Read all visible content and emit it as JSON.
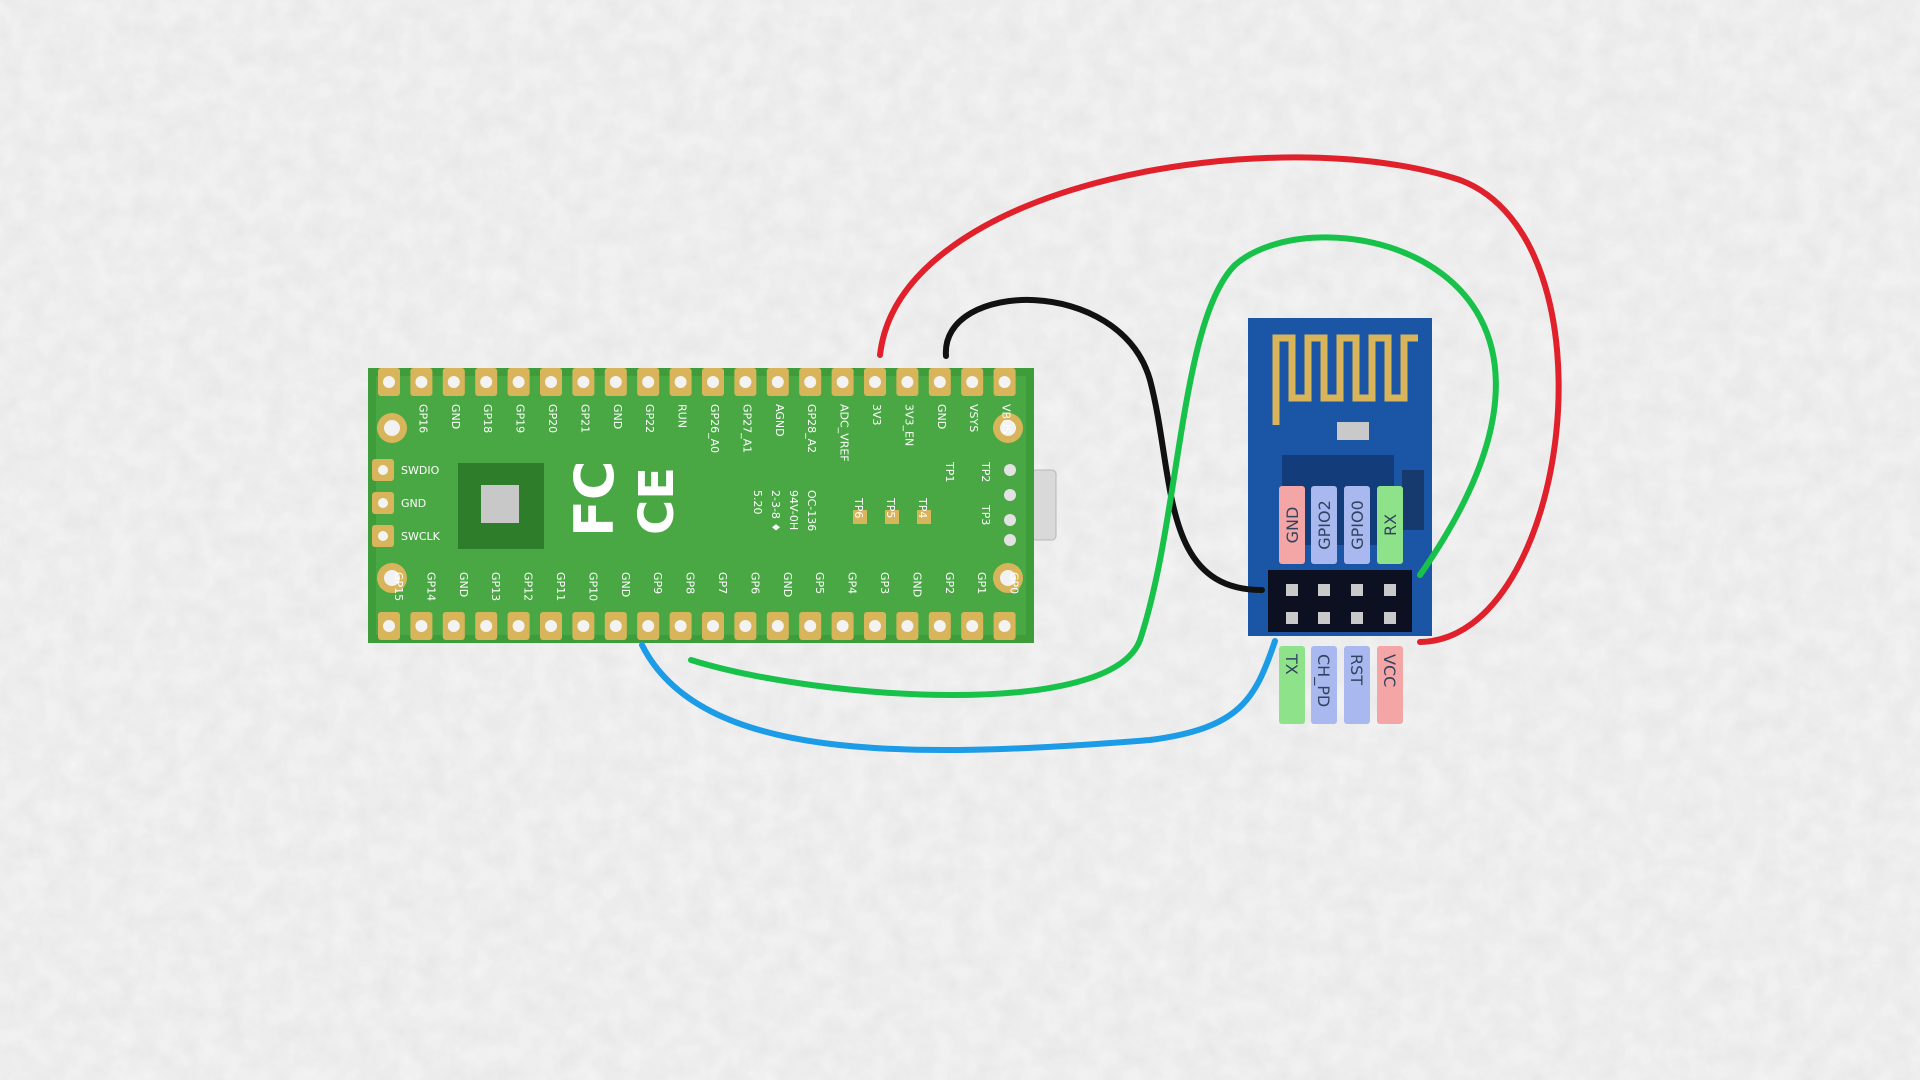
{
  "pico": {
    "top_pins": [
      "GP16",
      "GND",
      "GP18",
      "GP19",
      "GP20",
      "GP21",
      "GND",
      "GP22",
      "RUN",
      "GP26_A0",
      "GP27_A1",
      "AGND",
      "GP28_A2",
      "ADC_VREF",
      "3V3",
      "3V3_EN",
      "GND",
      "VSYS",
      "VBUS"
    ],
    "bottom_pins": [
      "GP15",
      "GP14",
      "GND",
      "GP13",
      "GP12",
      "GP11",
      "GP10",
      "GND",
      "GP9",
      "GP8",
      "GP7",
      "GP6",
      "GND",
      "GP5",
      "GP4",
      "GP3",
      "GND",
      "GP2",
      "GP1",
      "GP0"
    ],
    "debug_pins": [
      "SWDIO",
      "GND",
      "SWCLK"
    ],
    "test_points": [
      "TP1",
      "TP2",
      "TP3",
      "TP4",
      "TP5",
      "TP6"
    ],
    "markings": [
      "94V-0H",
      "OC-136",
      "5.20",
      "2-3-8 ♦"
    ],
    "logos": [
      "FC",
      "CE"
    ]
  },
  "esp": {
    "top_row_labels": [
      "GND",
      "GPIO2",
      "GPIO0",
      "RX"
    ],
    "bottom_row_labels": [
      "TX",
      "CH_PD",
      "RST",
      "VCC"
    ],
    "label_colors": {
      "GND": "#f4a6a6",
      "GPIO2": "#a9b8ee",
      "GPIO0": "#a9b8ee",
      "RX": "#8ee38a",
      "TX": "#8ee38a",
      "CH_PD": "#a9b8ee",
      "RST": "#a9b8ee",
      "VCC": "#f4a6a6"
    }
  },
  "wires": [
    {
      "from": "3V3",
      "to": "VCC",
      "color": "#e0202a"
    },
    {
      "from": "GND",
      "to": "GND",
      "color": "#111111"
    },
    {
      "from": "GP8",
      "to": "RX",
      "color": "#18c24a"
    },
    {
      "from": "GP9",
      "to": "TX",
      "color": "#1c9be6"
    }
  ]
}
